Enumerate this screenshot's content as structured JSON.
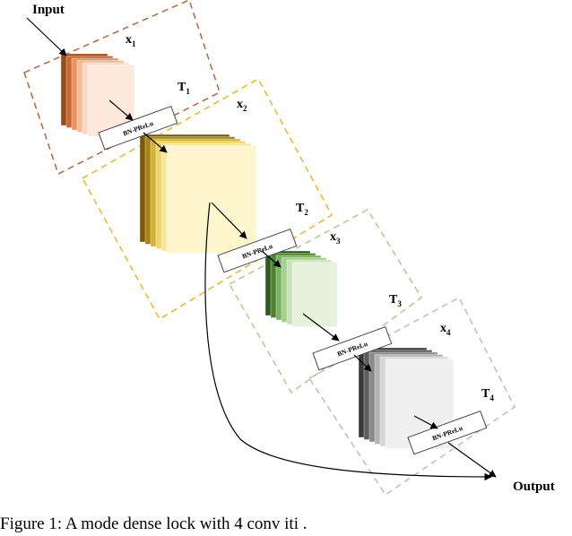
{
  "input_label": "Input",
  "output_label": "Output",
  "blocks": [
    {
      "x_label": "x",
      "x_sub": "1",
      "t_label": "T",
      "t_sub": "1",
      "transition": "BN-PReLu",
      "dash_color": "#b5653a",
      "layer_colors": [
        "#9a4a18",
        "#c86a35",
        "#e9945f",
        "#f5bb95",
        "#fbd8c2",
        "#fde9dc"
      ]
    },
    {
      "x_label": "x",
      "x_sub": "2",
      "t_label": "T",
      "t_sub": "2",
      "transition": "BN-PReLu",
      "dash_color": "#e8b52a",
      "layer_colors": [
        "#7a5a08",
        "#a88412",
        "#d4b23a",
        "#eed56a",
        "#f8e79b",
        "#fdf5cb"
      ]
    },
    {
      "x_label": "x",
      "x_sub": "3",
      "t_label": "T",
      "t_sub": "3",
      "transition": "BN-PReLu",
      "dash_color": "#a6cf8f",
      "layer_colors": [
        "#2f5a1e",
        "#4d8433",
        "#7bb263",
        "#a7d08f",
        "#c9e3b8",
        "#e6f2dc"
      ]
    },
    {
      "x_label": "x",
      "x_sub": "4",
      "t_label": "T",
      "t_sub": "4",
      "transition": "BN-PReLu",
      "dash_color": "#bdbdbd",
      "layer_colors": [
        "#3a3a3a",
        "#5e5e5e",
        "#8a8a8a",
        "#b3b3b3",
        "#d6d6d6",
        "#f0f0f0"
      ]
    }
  ],
  "caption": "Figure 1: A mode dense  lock with 4 conv  iti  ."
}
